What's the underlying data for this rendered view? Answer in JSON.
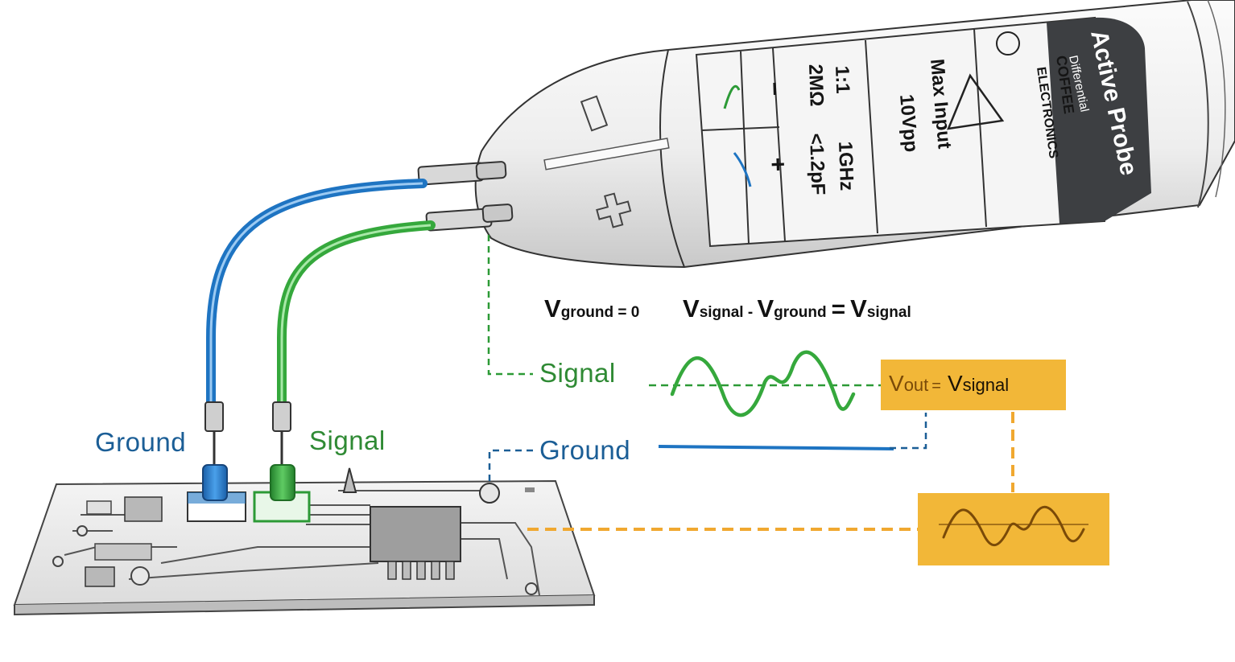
{
  "equation": {
    "v1": "V",
    "v1_sub": "ground",
    "v1_rest": " = 0",
    "v2": "V",
    "v2_sub": "signal",
    "minus": " - ",
    "v3": "V",
    "v3_sub": "ground",
    "equals": "=",
    "v4": "V",
    "v4_sub": "signal"
  },
  "board_labels": {
    "ground": "Ground",
    "signal": "Signal"
  },
  "wave_labels": {
    "signal": "Signal",
    "ground": "Ground"
  },
  "output": {
    "v": "V",
    "v_sub": "out",
    "equals": "=",
    "v2": "V",
    "v2_sub": "signal"
  },
  "probe": {
    "brand_line1": "Active Probe",
    "brand_line2": "Differential",
    "maker_line1": "COFFEE",
    "maker_line2": "ELECTRONICS",
    "max_line1": "Max Input",
    "max_line2": "10Vpp",
    "spec_ratio": "1:1",
    "spec_impedance": "2MΩ",
    "spec_bandwidth": "1GHz",
    "spec_capacitance": "<1.2pF",
    "minus_sign": "−",
    "plus_sign": "+"
  },
  "colors": {
    "ground": "#1e74c2",
    "signal": "#2c9a36",
    "output": "#f2b738",
    "output_wave": "#7a4a08",
    "dashed_output": "#f0a830",
    "label_ground": "#1b5e96",
    "label_signal": "#2f8a34"
  }
}
